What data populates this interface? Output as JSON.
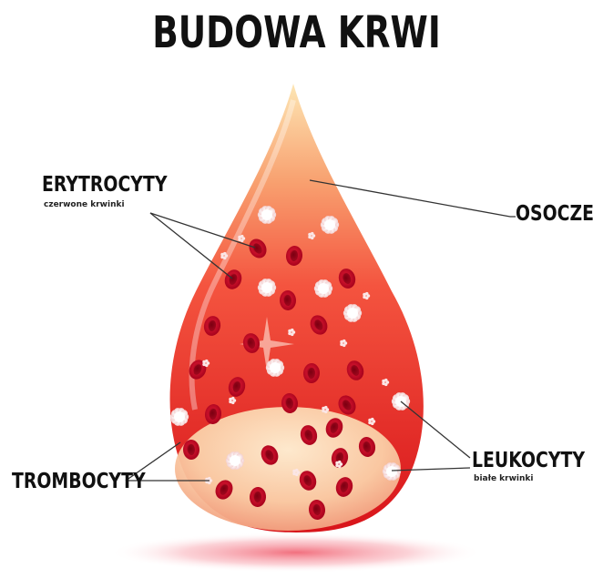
{
  "title": "BUDOWA KRWI",
  "labels": {
    "erytrocyty": {
      "name": "ERYTROCYTY",
      "sub": "czerwone krwinki"
    },
    "osocze": {
      "name": "OSOCZE"
    },
    "trombocyty": {
      "name": "TROMBOCYTY"
    },
    "leukocyty": {
      "name": "LEUKOCYTY",
      "sub": "białe krwinki"
    }
  },
  "colors": {
    "drop_top": "#fde3b0",
    "drop_mid": "#f6533f",
    "drop_bottom": "#d91a1a",
    "cell": "#b5001c",
    "leader": "#333333"
  }
}
